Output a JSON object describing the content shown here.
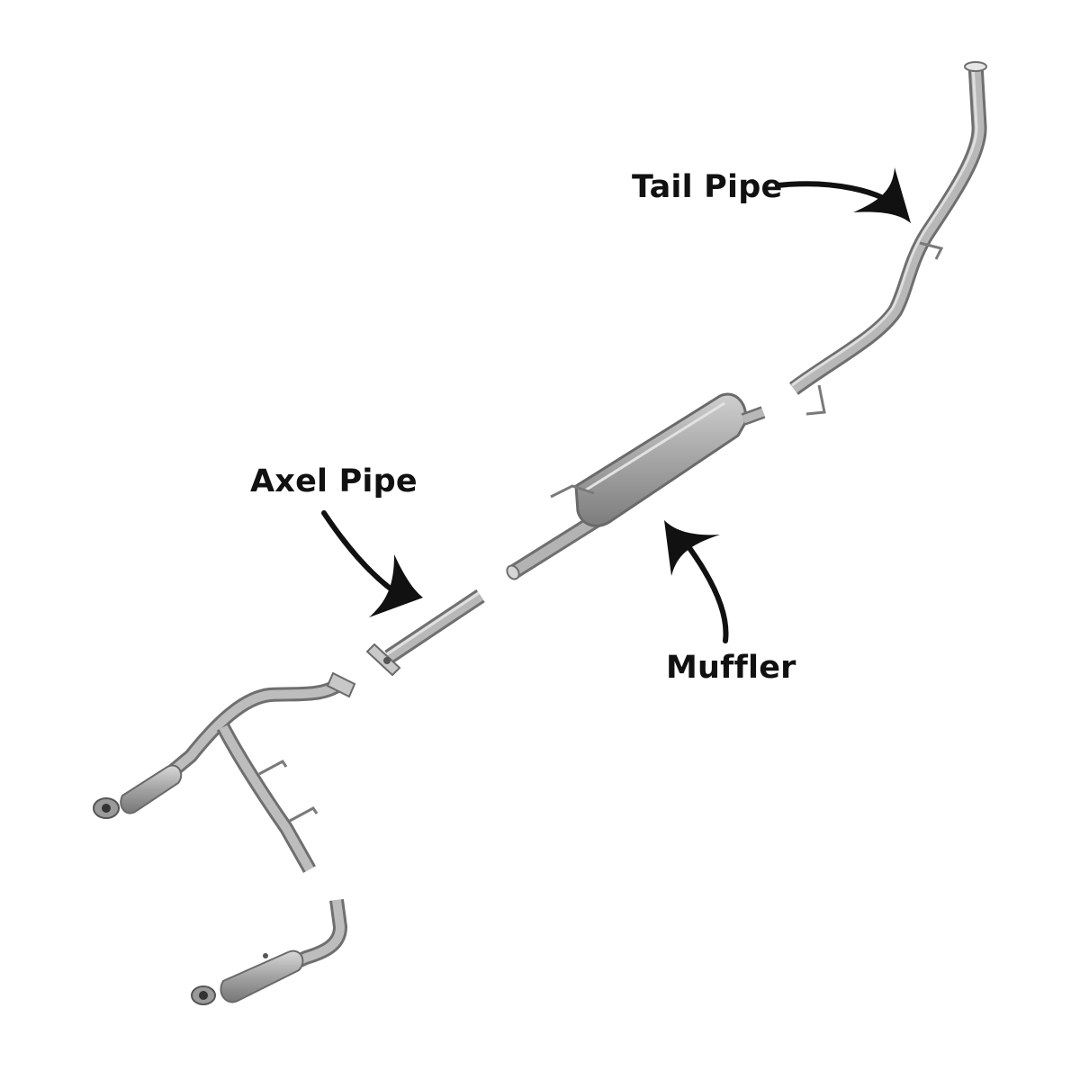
{
  "labels": {
    "tail_pipe": "Tail Pipe",
    "axel_pipe": "Axel Pipe",
    "muffler": "Muffler"
  },
  "colors": {
    "background": "#ffffff",
    "label_text": "#111111",
    "arrow": "#111111",
    "pipe_dark": "#6f6f6f",
    "pipe_mid": "#a6a6a6",
    "pipe_light": "#d4d4d4"
  }
}
